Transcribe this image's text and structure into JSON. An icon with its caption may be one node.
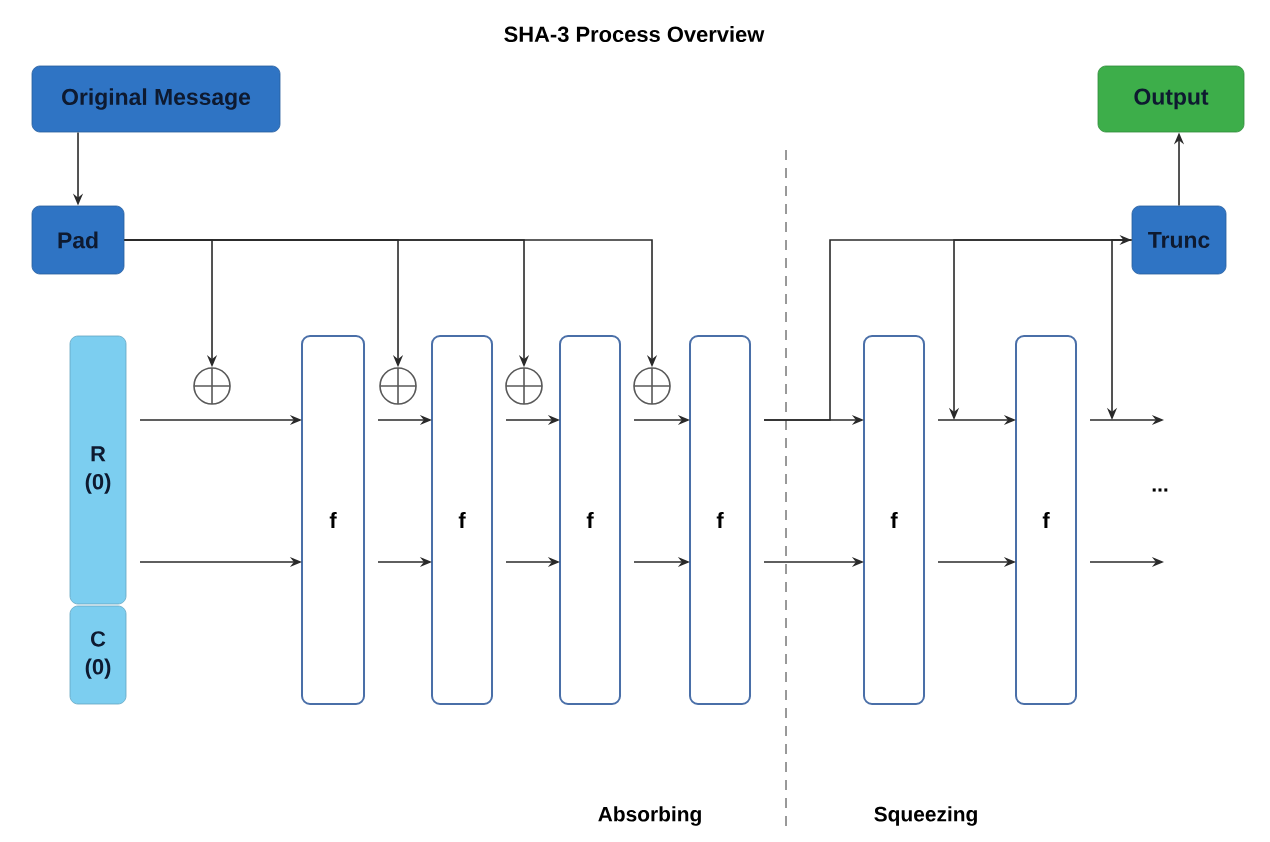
{
  "diagram": {
    "title": "SHA-3 Process Overview",
    "nodes": [
      {
        "text": [
          "Original Message"
        ]
      },
      {
        "text": [
          "Pad"
        ]
      },
      {
        "text": [
          "Output"
        ]
      },
      {
        "text": [
          "Trunc"
        ]
      },
      {
        "text": [
          "R (0)"
        ]
      },
      {
        "text": [
          "C (0)"
        ]
      },
      {
        "text": [],
        "shape": "circle"
      },
      {
        "text": [
          "f"
        ]
      },
      {
        "text": [],
        "shape": "circle"
      },
      {
        "text": [
          "f"
        ]
      },
      {
        "text": [],
        "shape": "circle"
      },
      {
        "text": [
          "f"
        ]
      },
      {
        "text": [],
        "shape": "circle"
      },
      {
        "text": [
          "f"
        ]
      },
      {
        "text": [
          "f"
        ]
      },
      {
        "text": [
          "f"
        ]
      }
    ],
    "edges": [
      {
        "from": 0,
        "to": 1,
        "arrow": "to"
      },
      {
        "from": 3,
        "to": 2,
        "arrow": "to"
      },
      {
        "from": 1,
        "to": 6,
        "arrow": "to"
      },
      {
        "from": 1,
        "to": 8,
        "arrow": "to"
      },
      {
        "from": 1,
        "to": 10,
        "arrow": "to"
      },
      {
        "from": 1,
        "to": 12,
        "arrow": "to"
      },
      {
        "from": 13,
        "to": 3,
        "arrow": "to"
      },
      {
        "from": 3,
        "to": null,
        "arrow": "to"
      },
      {
        "from": 3,
        "to": null,
        "arrow": "to"
      },
      {
        "from": 4,
        "to": 7,
        "arrow": "to"
      },
      {
        "from": 4,
        "to": 7,
        "arrow": "to"
      },
      {
        "from": 7,
        "to": 9,
        "arrow": "to"
      },
      {
        "from": 7,
        "to": 9,
        "arrow": "to"
      },
      {
        "from": 9,
        "to": 11,
        "arrow": "to"
      },
      {
        "from": 9,
        "to": 11,
        "arrow": "to"
      },
      {
        "from": 11,
        "to": 13,
        "arrow": "to"
      },
      {
        "from": 11,
        "to": 13,
        "arrow": "to"
      },
      {
        "from": 13,
        "to": 14,
        "arrow": "to"
      },
      {
        "from": 13,
        "to": 14,
        "arrow": "to"
      },
      {
        "from": 14,
        "to": 15,
        "arrow": "to"
      },
      {
        "from": 14,
        "to": 15,
        "arrow": "to"
      },
      {
        "from": 15,
        "to": null,
        "arrow": "to"
      },
      {
        "from": 15,
        "to": null,
        "arrow": "to"
      }
    ],
    "labels": [
      "...",
      "Absorbing",
      "Squeezing"
    ]
  }
}
